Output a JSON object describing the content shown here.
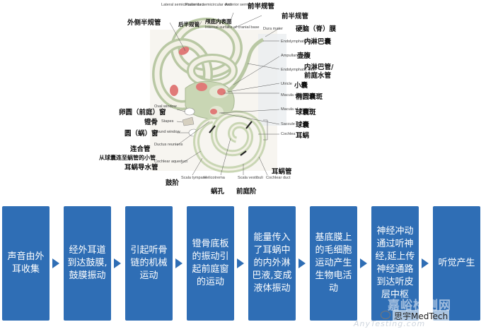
{
  "anatomy": {
    "en_labels": [
      "Lateral semicircular duct",
      "Posterior semicircular duct",
      "Anterior semicircular duct",
      "Dura mater",
      "Endolymphatic sac",
      "Ampullary crests",
      "Endolymphatic duct",
      "Utricle",
      "Macula of utricle",
      "Macula of saccule",
      "Saccule",
      "Cochlea",
      "Oval window",
      "Stapes",
      "Round window",
      "Ductus reuniens",
      "Cochlear aqueduct",
      "Scala tympani",
      "Helicotrema",
      "Scala vestibuli",
      "Cochlear duct",
      "Internal surface of cranial base"
    ],
    "cn_labels": {
      "lateral": "外侧半规管",
      "posterior": "后半规管",
      "cranial_base": "颅底内表面",
      "anterior_top": "前半规管",
      "anterior_right": "前半规管",
      "dura": "硬脑（脊）膜",
      "endo_sac": "内淋巴囊",
      "ampulla": "壶腹",
      "endo_duct": "内淋巴管/\n前庭水管",
      "utricle": "小囊",
      "macula_utricle": "椭圆囊斑",
      "macula_saccule": "球囊斑",
      "saccule": "球囊",
      "cochlea": "耳蜗",
      "oval_window": "卵圆（前庭）窗",
      "stapes": "镫骨",
      "round_window": "圆（蜗）窗",
      "reuniens": "连合管",
      "reuniens_sub": "从球囊连至蜗管的小管",
      "aqueduct": "耳蜗导水管",
      "scala_tympani": "鼓阶",
      "helicotrema": "蜗孔",
      "scala_vestibuli": "前庭阶",
      "cochlear_duct": "耳蜗管"
    }
  },
  "flow": {
    "steps": [
      "声音由外耳收集",
      "经外耳道到达鼓膜,鼓膜振动",
      "引起听骨链的机械运动",
      "镫骨底板的振动引起前庭窗的运动",
      "能量传入了耳蜗中的内外淋巴液,变成液体振动",
      "基底膜上的毛细胞运动产生生物电活动",
      "神经冲动通过听神经,延上传神经通路到达听皮层中枢",
      "听觉产生"
    ]
  },
  "watermark": {
    "account": "思宇MedTech",
    "site": "AnyTesting.com",
    "cn": "嘉峪检测网"
  },
  "colors": {
    "box": "#2f6eb5",
    "membrane": "#d8e4c8",
    "endolymph": "#f2f0e4",
    "ampulla_red": "#e07a78",
    "bone": "#ece8de"
  }
}
